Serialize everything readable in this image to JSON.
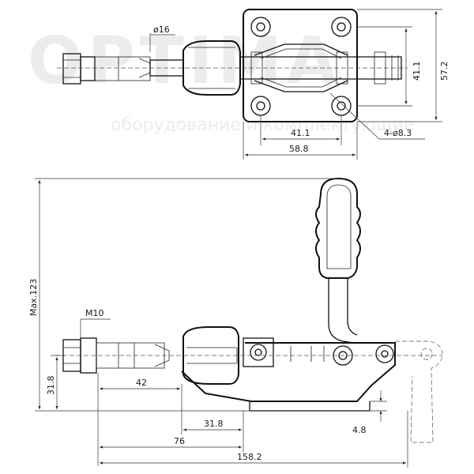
{
  "watermark": {
    "brand": "OPTIMA",
    "tagline": "оборудование и комплектующие"
  },
  "top_view": {
    "dims": {
      "dia_16": "ø16",
      "h_41_1": "41.1",
      "h_57_2": "57.2",
      "w_41_1": "41.1",
      "w_58_8": "58.8",
      "holes": "4-ø8.3"
    }
  },
  "side_view": {
    "dims": {
      "max_123": "Max.123",
      "thread_m10": "M10",
      "h_31_8": "31.8",
      "len_42": "42",
      "len_31_8": "31.8",
      "len_76": "76",
      "len_158_2": "158.2",
      "t_4_8": "4.8"
    }
  }
}
